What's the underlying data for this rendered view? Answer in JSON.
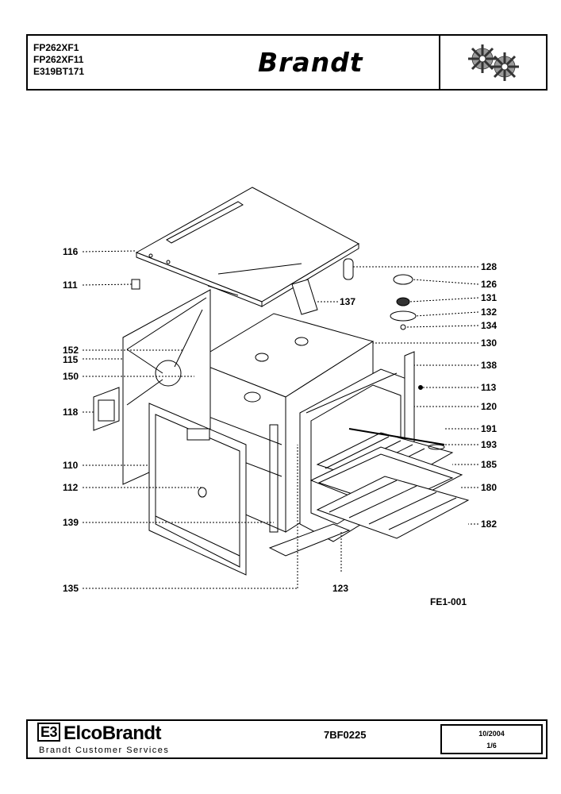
{
  "header": {
    "models": [
      "FP262XF1",
      "FP262XF11",
      "E319BT171"
    ],
    "brand": "Brandt",
    "gear_logo": "gears-logo-icon"
  },
  "diagram": {
    "figure_code": "FE1-001",
    "callouts_left": [
      {
        "id": "116",
        "label": "116"
      },
      {
        "id": "111",
        "label": "111"
      },
      {
        "id": "152",
        "label": "152"
      },
      {
        "id": "115",
        "label": "115"
      },
      {
        "id": "150",
        "label": "150"
      },
      {
        "id": "118",
        "label": "118"
      },
      {
        "id": "110",
        "label": "110"
      },
      {
        "id": "112",
        "label": "112"
      },
      {
        "id": "139",
        "label": "139"
      },
      {
        "id": "135",
        "label": "135"
      }
    ],
    "callouts_right": [
      {
        "id": "128",
        "label": "128"
      },
      {
        "id": "126",
        "label": "126"
      },
      {
        "id": "131",
        "label": "131"
      },
      {
        "id": "132",
        "label": "132"
      },
      {
        "id": "134",
        "label": "134"
      },
      {
        "id": "130",
        "label": "130"
      },
      {
        "id": "138",
        "label": "138"
      },
      {
        "id": "113",
        "label": "113"
      },
      {
        "id": "120",
        "label": "120"
      },
      {
        "id": "191",
        "label": "191"
      },
      {
        "id": "193",
        "label": "193"
      },
      {
        "id": "185",
        "label": "185"
      },
      {
        "id": "180",
        "label": "180"
      },
      {
        "id": "182",
        "label": "182"
      }
    ],
    "callouts_inline": [
      {
        "id": "137",
        "label": "137"
      },
      {
        "id": "123",
        "label": "123"
      }
    ]
  },
  "footer": {
    "company": "ElcoBrandt",
    "logo_mark": "E3",
    "subtitle": "Brandt Customer Services",
    "doc_number": "7BF0225",
    "date": "10/2004",
    "page": "1/6"
  }
}
